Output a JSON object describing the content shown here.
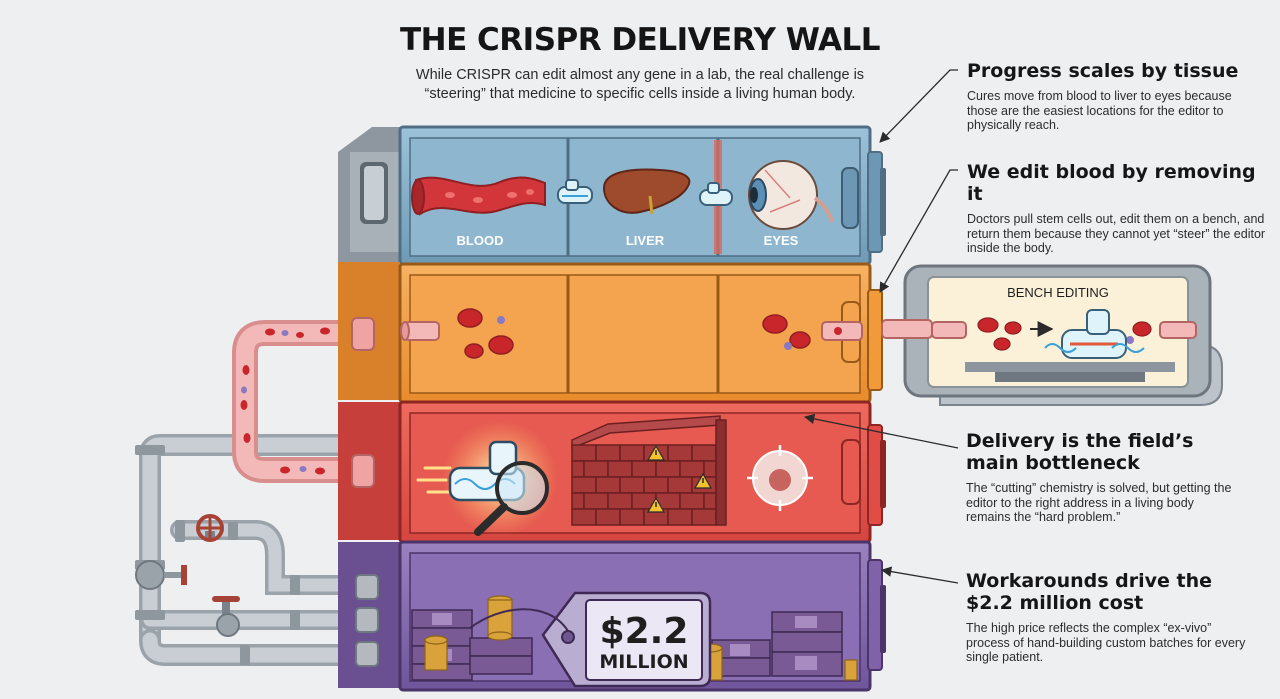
{
  "header": {
    "title": "THE CRISPR DELIVERY WALL",
    "subtitle": "While CRISPR can edit almost any gene in a lab, the real challenge is “steering” that medicine to specific cells inside a living human body."
  },
  "tissues": {
    "blood": "BLOOD",
    "liver": "LIVER",
    "eyes": "EYES"
  },
  "bench": {
    "label": "BENCH EDITING"
  },
  "price_tag": {
    "amount": "$2.2",
    "unit": "MILLION"
  },
  "callouts": [
    {
      "heading": "Progress scales by tissue",
      "body": "Cures move from blood to liver to eyes because those are the easiest locations for the editor to physically reach."
    },
    {
      "heading": "We edit blood by removing it",
      "body": "Doctors pull stem cells out, edit them on a bench, and return them because they cannot yet “steer” the editor inside the body."
    },
    {
      "heading": "Delivery is the field’s main bottleneck",
      "body": "The “cutting” chemistry is solved, but getting the editor to the right address in a living body remains the “hard problem.”"
    },
    {
      "heading": "Workarounds drive the $2.2 million cost",
      "body": "The high price reflects the complex “ex-vivo” process of hand-building custom batches for every single patient."
    }
  ],
  "colors": {
    "blue_tier": "#7ea9c4",
    "orange_tier": "#f29a3c",
    "red_tier": "#e2504a",
    "purple_tier": "#7f62a8",
    "blood_red": "#c9262c",
    "pipe_pink": "#f1b4b4"
  }
}
